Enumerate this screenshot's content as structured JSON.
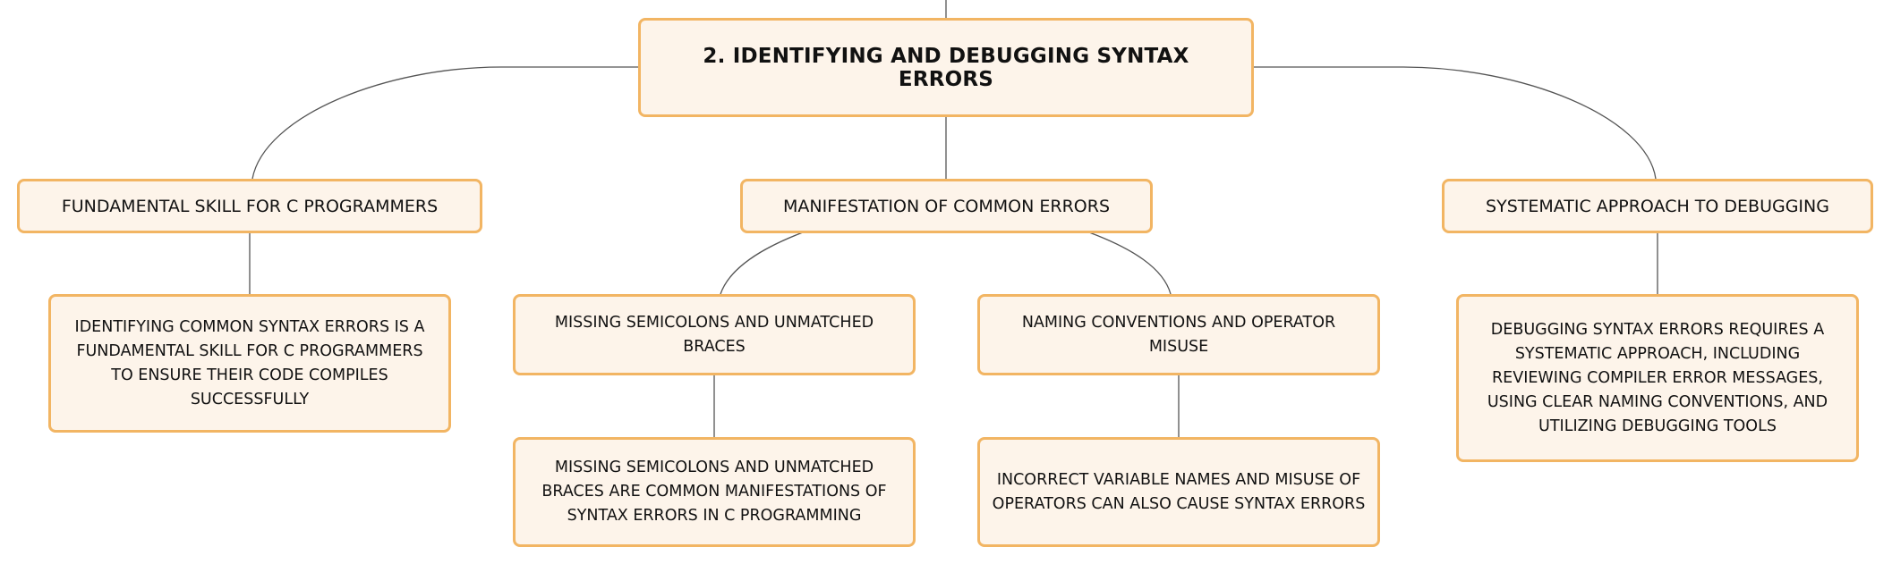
{
  "colors": {
    "node_fill": "#fdf4ea",
    "node_border": "#f2b563",
    "connector": "#555555",
    "text": "#111111"
  },
  "root": {
    "label": "2. IDENTIFYING AND DEBUGGING SYNTAX ERRORS"
  },
  "branches": [
    {
      "label": "FUNDAMENTAL SKILL FOR C PROGRAMMERS",
      "detail": "IDENTIFYING COMMON SYNTAX ERRORS IS A FUNDAMENTAL SKILL FOR C PROGRAMMERS TO ENSURE THEIR CODE COMPILES SUCCESSFULLY"
    },
    {
      "label": "MANIFESTATION OF COMMON ERRORS",
      "children": [
        {
          "label": "MISSING SEMICOLONS AND UNMATCHED BRACES",
          "detail": "MISSING SEMICOLONS AND UNMATCHED BRACES ARE COMMON MANIFESTATIONS OF SYNTAX ERRORS IN C PROGRAMMING"
        },
        {
          "label": "NAMING CONVENTIONS AND OPERATOR MISUSE",
          "detail": "INCORRECT VARIABLE NAMES AND MISUSE OF OPERATORS CAN ALSO CAUSE SYNTAX ERRORS"
        }
      ]
    },
    {
      "label": "SYSTEMATIC APPROACH TO DEBUGGING",
      "detail": "DEBUGGING SYNTAX ERRORS REQUIRES A SYSTEMATIC APPROACH, INCLUDING REVIEWING COMPILER ERROR MESSAGES, USING CLEAR NAMING CONVENTIONS, AND UTILIZING DEBUGGING TOOLS"
    }
  ]
}
